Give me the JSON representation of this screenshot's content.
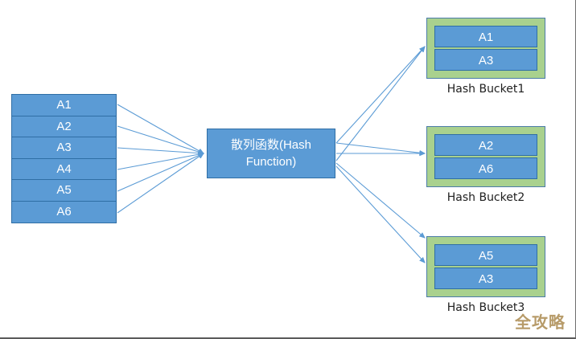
{
  "diagram": {
    "title": "Hash function distributing records into hash buckets",
    "colors": {
      "record_blue": "#5B9BD5",
      "record_border": "#2f6ea5",
      "bucket_green": "#A9D18E",
      "bucket_border": "#4b7ca8",
      "arrow_blue": "#5B9BD5",
      "text_white": "#ffffff",
      "caption_black": "#202020",
      "watermark_gold": "#b79b69"
    },
    "source_list": {
      "name": "record-list",
      "items": [
        {
          "label": "A1"
        },
        {
          "label": "A2"
        },
        {
          "label": "A3"
        },
        {
          "label": "A4"
        },
        {
          "label": "A5"
        },
        {
          "label": "A6"
        }
      ]
    },
    "hash_function": {
      "label": "散列函数(Hash Function)"
    },
    "buckets": [
      {
        "caption": "Hash Bucket1",
        "slots": [
          {
            "label": "A1"
          },
          {
            "label": "A3"
          }
        ]
      },
      {
        "caption": "Hash Bucket2",
        "slots": [
          {
            "label": "A2"
          },
          {
            "label": "A6"
          }
        ]
      },
      {
        "caption": "Hash Bucket3",
        "slots": [
          {
            "label": "A5"
          },
          {
            "label": "A3"
          }
        ]
      }
    ],
    "watermark": {
      "text": "全攻略"
    }
  }
}
